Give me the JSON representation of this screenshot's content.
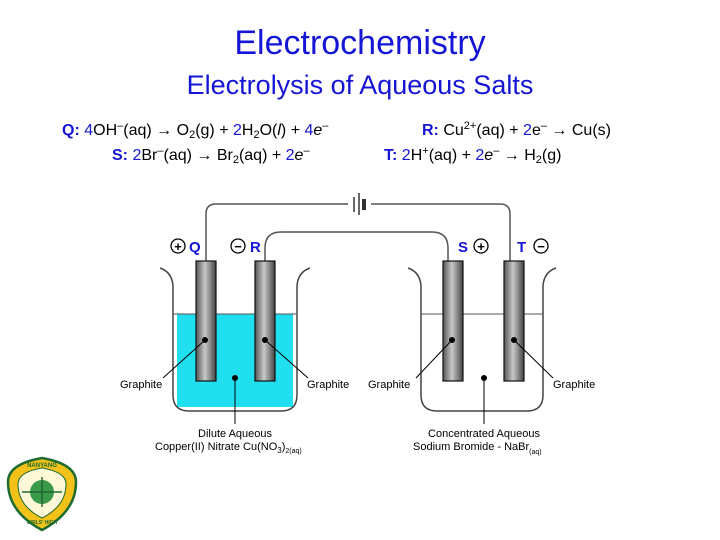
{
  "title": "Electrochemistry",
  "subtitle": "Electrolysis of Aqueous Salts",
  "equations": {
    "q": {
      "label": "Q:",
      "coef1": "4",
      "t1": "OH",
      "t2": "(aq) → O",
      "t3": "(g) + ",
      "coef2": "2",
      "t4": "H",
      "t5": "O(",
      "t6": "l",
      "t7": ") + ",
      "coef3": "4",
      "t8": "e"
    },
    "r": {
      "label": "R:",
      "t1": "Cu",
      "t2": "(aq) + ",
      "coef1": "2",
      "t3": "e",
      "t4": " → Cu(s)"
    },
    "s": {
      "label": "S:",
      "coef1": "2",
      "t1": "Br",
      "t2": "(aq) → Br",
      "t3": "(aq) + ",
      "coef2": "2",
      "t4": "e"
    },
    "t": {
      "label": "T:",
      "coef1": "2",
      "t1": "H",
      "t2": "(aq) + ",
      "coef2": "2",
      "t3": "e",
      "t4": " → H",
      "t5": "(g)"
    }
  },
  "diagram": {
    "electrodes": {
      "q": {
        "letter": "Q",
        "sign": "+"
      },
      "r": {
        "letter": "R",
        "sign": "−"
      },
      "s": {
        "letter": "S",
        "sign": "+"
      },
      "t": {
        "letter": "T",
        "sign": "−"
      }
    },
    "graphite_label": "Graphite",
    "left_cell": {
      "line1": "Dilute Aqueous",
      "line2": "Copper(II) Nitrate Cu(NO",
      "sub1": "3",
      "line2b": ")",
      "sub2": "2(aq)",
      "liquid_color": "#20e0f0"
    },
    "right_cell": {
      "line1": "Concentrated Aqueous",
      "line2": "Sodium Bromide - NaBr",
      "sub1": "(aq)"
    }
  },
  "logo": {
    "top_text": "NANYANG",
    "bottom_text": "GIRLS' HIGH"
  }
}
